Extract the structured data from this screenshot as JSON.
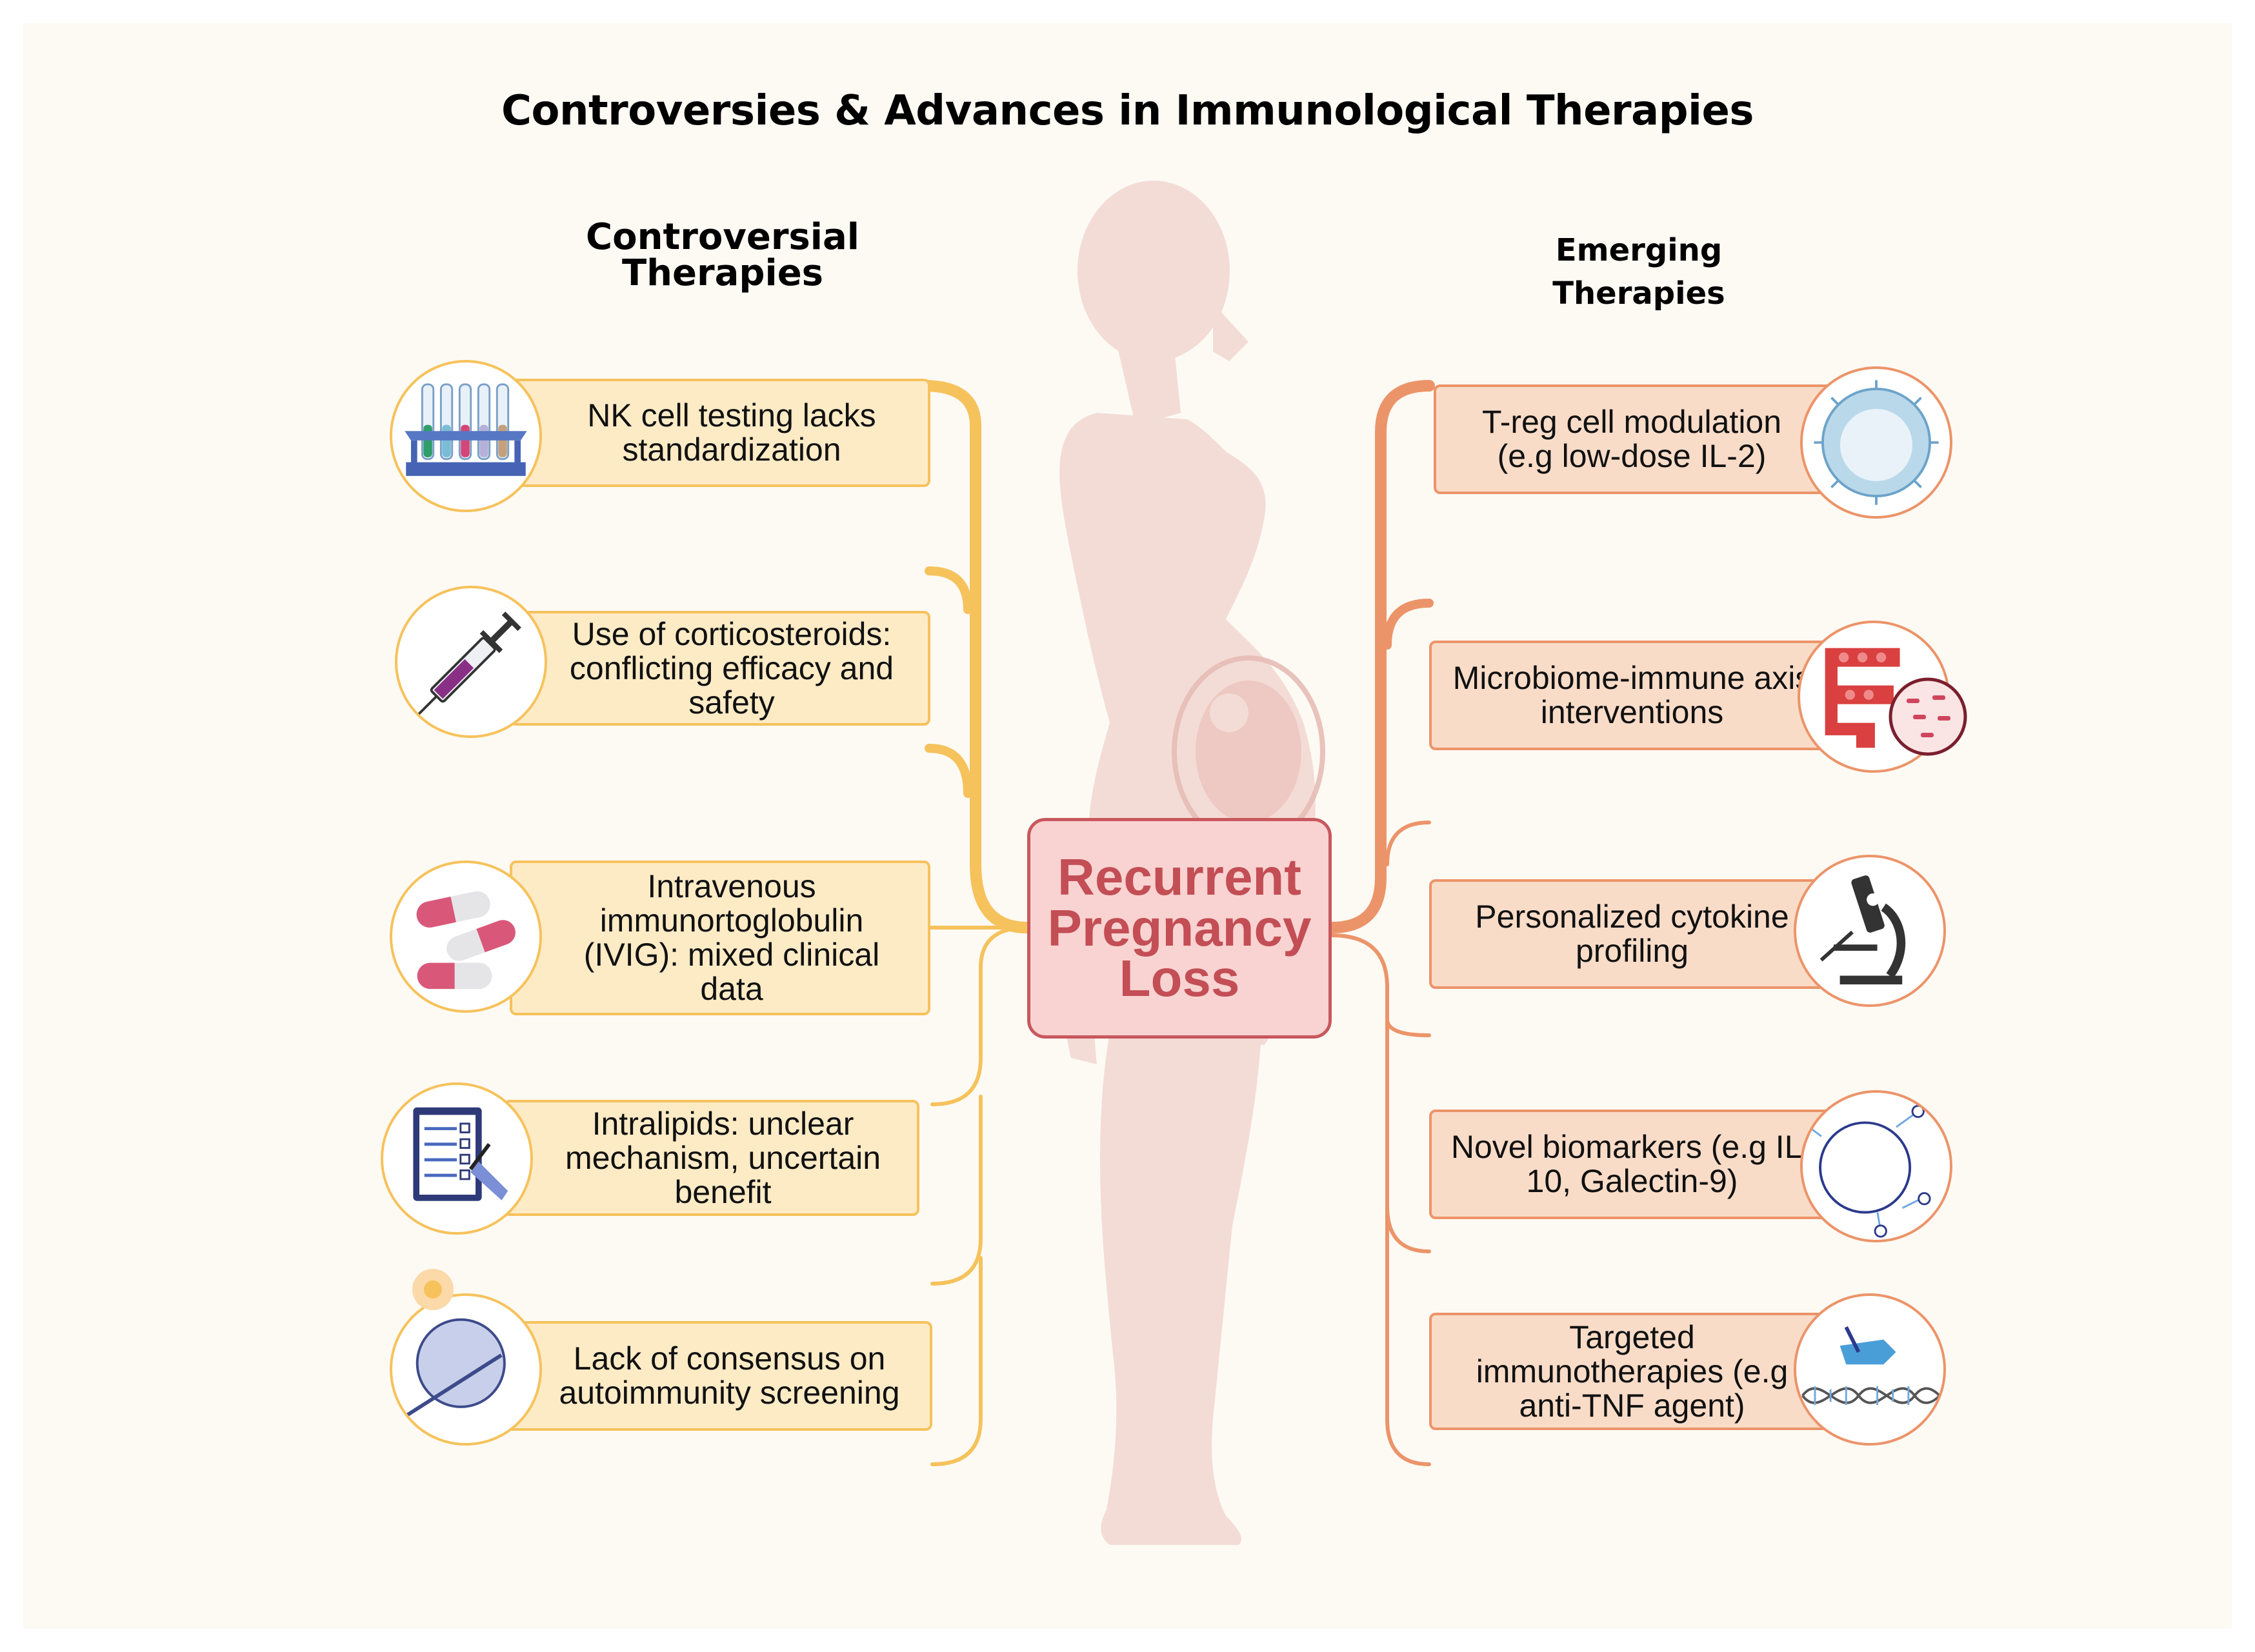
{
  "title": "Controversies & Advances in Immunological Therapies",
  "left_heading": "Controversial\nTherapies",
  "right_heading": "Emerging\nTherapies",
  "center": "Recurrent\nPregnancy\nLoss",
  "controversial": [
    {
      "text": "NK cell testing lacks standardization",
      "icon": "test-tubes-icon"
    },
    {
      "text": "Use of corticosteroids: conflicting efficacy and safety",
      "icon": "syringe-icon"
    },
    {
      "text": "Intravenous immunortoglobulin (IVIG): mixed clinical data",
      "icon": "capsules-icon"
    },
    {
      "text": "Intralipids: unclear mechanism, uncertain benefit",
      "icon": "checklist-clipboard-icon"
    },
    {
      "text": "Lack of consensus on autoimmunity screening",
      "icon": "cell-injection-icon"
    }
  ],
  "emerging": [
    {
      "text": "T-reg cell modulation (e.g low-dose IL-2)",
      "icon": "immune-cell-icon"
    },
    {
      "text": "Microbiome-immune axis interventions",
      "icon": "intestine-bacteria-icon"
    },
    {
      "text": "Personalized cytokine profiling",
      "icon": "microscope-icon"
    },
    {
      "text": "Novel biomarkers (e.g IL-10, Galectin-9)",
      "icon": "rna-structure-icon"
    },
    {
      "text": "Targeted immunotherapies (e.g anti-TNF agent)",
      "icon": "dna-editing-icon"
    }
  ],
  "colors": {
    "left_accent": "#f6c25c",
    "right_accent": "#ec9469",
    "center_border": "#c8585e",
    "center_text": "#c34e55",
    "silhouette": "#f5dcd6"
  }
}
